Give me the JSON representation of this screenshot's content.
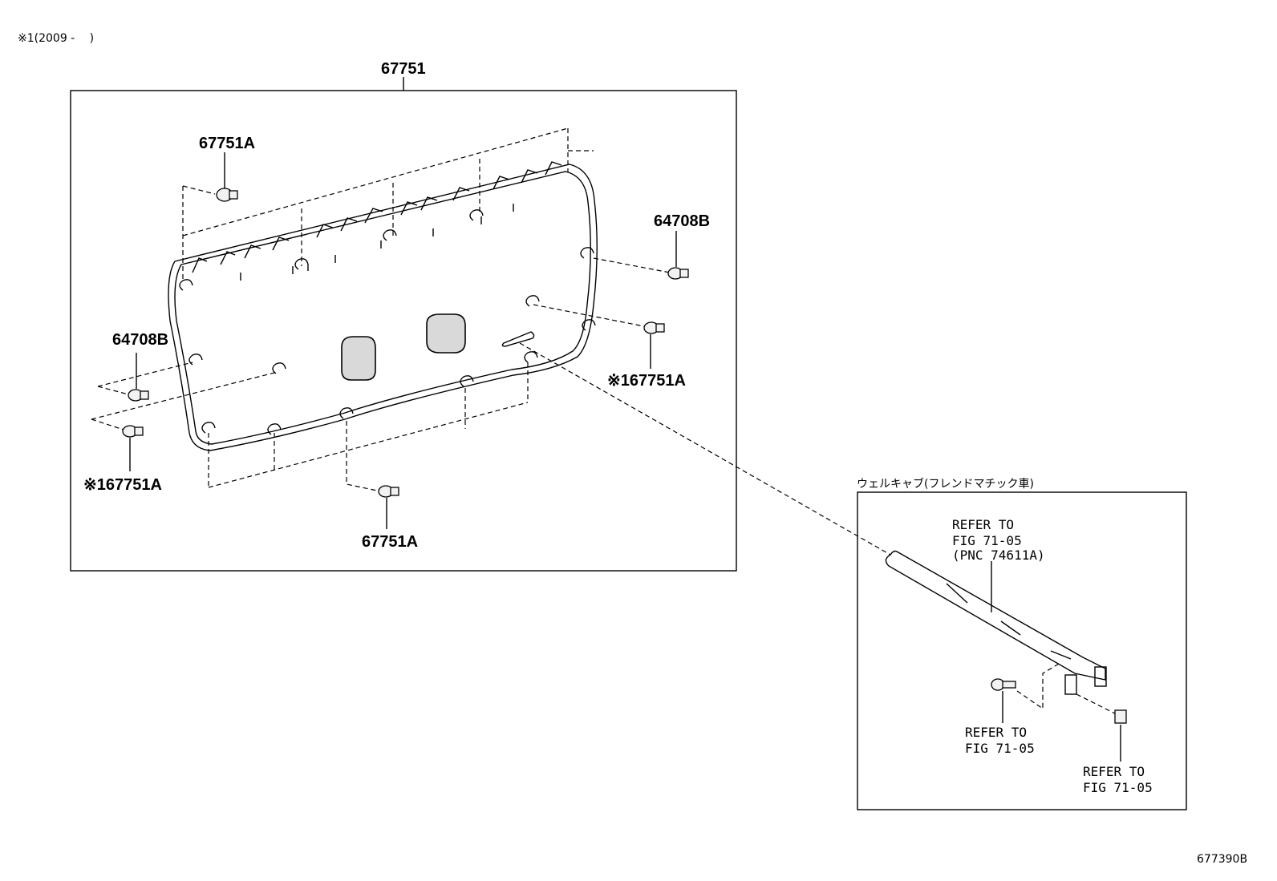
{
  "header_note": "※1(2009 -　 )",
  "main_assembly": {
    "part_no": "67751",
    "callouts": {
      "clip_top": "67751A",
      "clip_right_upper": "64708B",
      "clip_right_lower": "※167751A",
      "clip_left_upper": "64708B",
      "clip_left_lower": "※167751A",
      "clip_bottom": "67751A"
    }
  },
  "sub_assembly": {
    "title": "ウェルキャブ(フレンドマチック車)",
    "refs": {
      "cable_ref_1": "REFER TO",
      "cable_ref_2": "FIG 71-05",
      "cable_ref_3": "(PNC 74611A)",
      "bolt_ref_1": "REFER TO",
      "bolt_ref_2": "FIG 71-05",
      "nut_ref_1": "REFER TO",
      "nut_ref_2": "FIG 71-05"
    }
  },
  "figure_code": "677390B"
}
